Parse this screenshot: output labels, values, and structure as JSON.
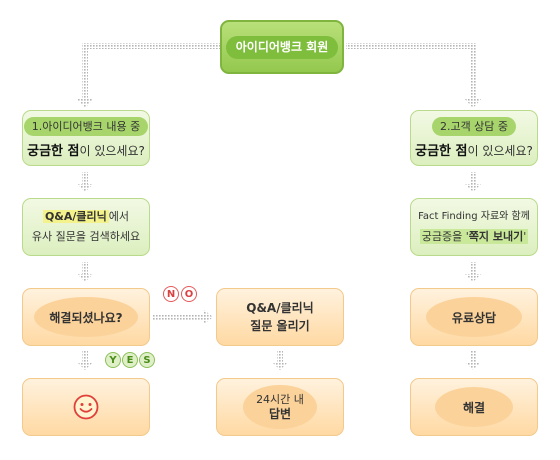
{
  "top": {
    "label": "아이디어뱅크 회원"
  },
  "left_q": {
    "pill": "1.아이디어뱅크 내용 중",
    "bold": "궁금한 점",
    "rest": "이 있으세요?"
  },
  "right_q": {
    "pill": "2.고객 상담 중",
    "bold": "궁금한 점",
    "rest": "이 있으세요?"
  },
  "left_search": {
    "line1_bold": "Q&A/클리닉",
    "line1_rest": "에서",
    "line2": "유사 질문을 검색하세요"
  },
  "right_ff": {
    "line1": "Fact Finding 자료와 함께",
    "line2_prefix": "궁금증을 '",
    "line2_bold": "쪽지 보내기",
    "line2_suffix": "'"
  },
  "resolved": {
    "label": "해결되셨나요?"
  },
  "qa_post": {
    "line1": "Q&A/클리닉",
    "line2": "질문 올리기"
  },
  "paid": {
    "label": "유료상담"
  },
  "answer": {
    "line1": "24시간 내",
    "line2": "답변"
  },
  "solved": {
    "label": "해결"
  },
  "no_letters": [
    "N",
    "O"
  ],
  "yes_letters": [
    "Y",
    "E",
    "S"
  ],
  "colors": {
    "green": "#7fbd3c",
    "orange": "#f8c98a",
    "connector": "#b5b5b5",
    "no_red": "#e45a5a"
  }
}
